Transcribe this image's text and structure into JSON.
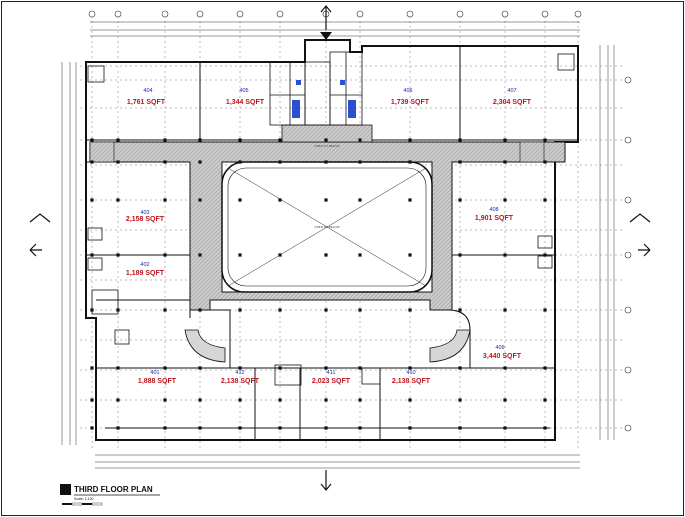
{
  "drawing": {
    "title": "THIRD FLOOR PLAN",
    "scale": "Scale: 1:120",
    "atrium_label": "OPEN TO BELOW",
    "corridor_label": "OPEN TO BELOW"
  },
  "units": [
    {
      "num": "404",
      "area": "1,761 SQFT"
    },
    {
      "num": "405",
      "area": "1,344 SQFT"
    },
    {
      "num": "406",
      "area": "1,739 SQFT"
    },
    {
      "num": "407",
      "area": "2,304 SQFT"
    },
    {
      "num": "403",
      "area": "2,158 SQFT"
    },
    {
      "num": "408",
      "area": "1,901 SQFT"
    },
    {
      "num": "402",
      "area": "1,189 SQFT"
    },
    {
      "num": "401",
      "area": "1,888 SQFT"
    },
    {
      "num": "412",
      "area": "2,138 SQFT"
    },
    {
      "num": "411",
      "area": "2,023 SQFT"
    },
    {
      "num": "410",
      "area": "2,138 SQFT"
    },
    {
      "num": "409",
      "area": "3,440 SQFT"
    }
  ],
  "colors": {
    "line": "#111111",
    "unit_number": "#1a2aa8",
    "unit_area": "#c0141b",
    "corridor_fill": "#c9c9c9",
    "fixture_blue": "#2a4fd0"
  }
}
